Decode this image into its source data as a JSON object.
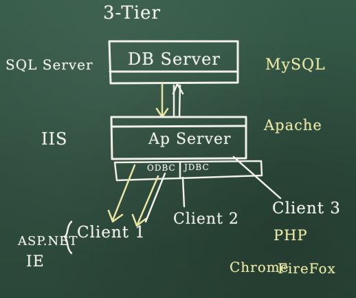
{
  "title": "3-Tier",
  "db_box": {
    "label": "DB Server"
  },
  "ap_box": {
    "label": "Ap Server"
  },
  "bus": {
    "odbc": "ODBC",
    "jdbc": "JDBC"
  },
  "left_labels": {
    "db": "SQL Server",
    "ap": "IIS"
  },
  "right_labels": {
    "db": "MySQL",
    "ap": "Apache"
  },
  "clients": {
    "client1": "Client 1",
    "client1_tech_1": "ASP.NET",
    "client1_tech_2": "IE",
    "client2": "Client 2",
    "client3": "Client 3",
    "client3_tech_1": "PHP",
    "client3_tech_2": "Chrome",
    "client3_tech_3": "FireFox"
  },
  "colors": {
    "board": "#2f4a3b",
    "chalk_white": "#f1f1ea",
    "chalk_yellow": "#e8e6a2"
  }
}
